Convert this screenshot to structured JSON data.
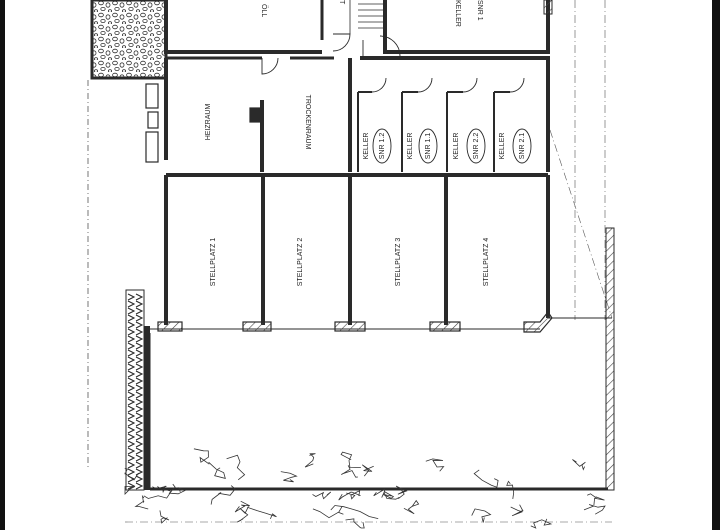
{
  "rooms": {
    "oel": "ÖLL",
    "heizraum": "HEIZRAUM",
    "trockenraum": "TROCKENRAUM",
    "stairs_t": "T",
    "keller_top": "KELLER",
    "snr_top": "SNR 1",
    "keller_1": "KELLER",
    "snr_1": "SNR 1.2",
    "keller_2": "KELLER",
    "snr_2": "SNR 1.1",
    "keller_3": "KELLER",
    "snr_3": "SNR 2.2",
    "keller_4": "KELLER",
    "snr_4": "SNR 2.1"
  },
  "parking": {
    "p1": "STELLPLATZ 1",
    "p2": "STELLPLATZ 2",
    "p3": "STELLPLATZ 3",
    "p4": "STELLPLATZ 4"
  },
  "colors": {
    "ink": "#2a2a2a",
    "paper": "#ffffff",
    "frame": "#111111"
  }
}
